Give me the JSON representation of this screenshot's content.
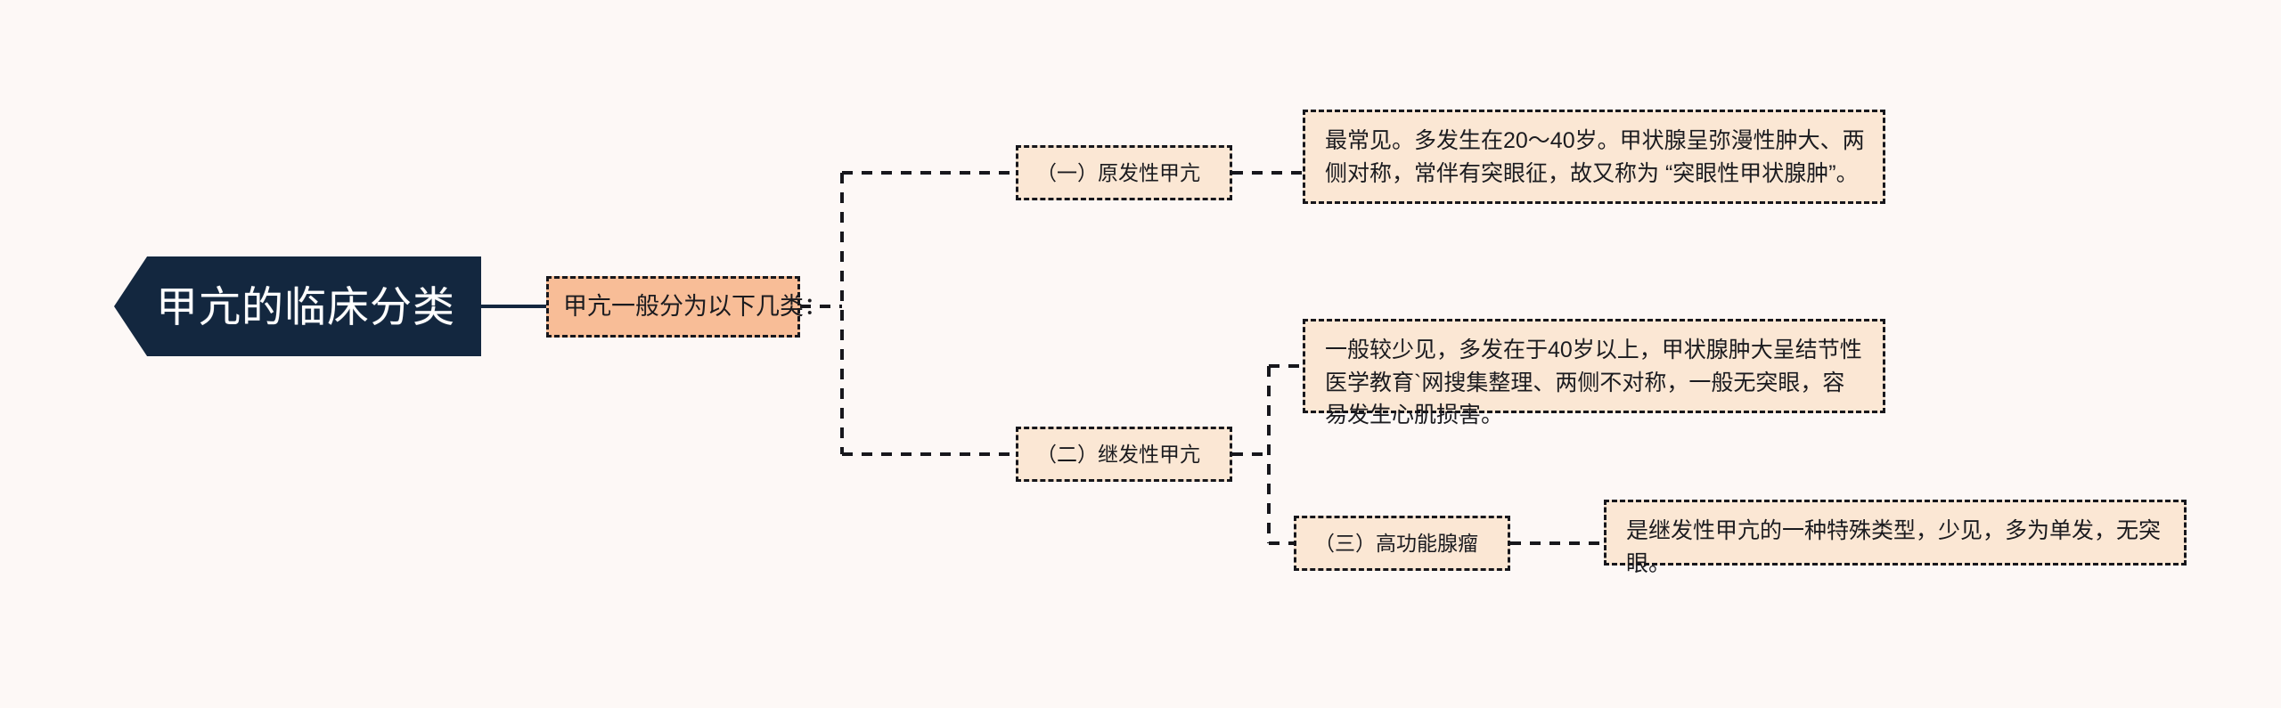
{
  "diagram": {
    "title": "甲亢的临床分类",
    "background_color": "#FDF8F6",
    "root": {
      "label": "甲亢的临床分类",
      "fill": "#13273F",
      "text_color": "#FFFFFF",
      "shape": "hexagon"
    },
    "branch": {
      "label": "甲亢一般分为以下几类：",
      "fill": "#F8BD97",
      "border": "dashed #17171C"
    },
    "categories": [
      {
        "id": "cat-1",
        "label": "（一）原发性甲亢",
        "fill": "#FBE7D4",
        "detail": "最常见。多发生在20～40岁。甲状腺呈弥漫性肿大、两侧对称，常伴有突眼征，故又称为 “突眼性甲状腺肿”。"
      },
      {
        "id": "cat-2",
        "label": "（二）继发性甲亢",
        "fill": "#FBE7D4",
        "detail": "一般较少见，多发在于40岁以上，甲状腺肿大呈结节性医学教育`网搜集整理、两侧不对称，一般无突眼，容易发生心肌损害。"
      },
      {
        "id": "cat-3",
        "label": "（三）高功能腺瘤",
        "fill": "#FBE7D4",
        "detail": "是继发性甲亢的一种特殊类型，少见，多为单发，无突眼。"
      }
    ],
    "connector": {
      "style": "dashed",
      "color": "#17171C"
    }
  }
}
